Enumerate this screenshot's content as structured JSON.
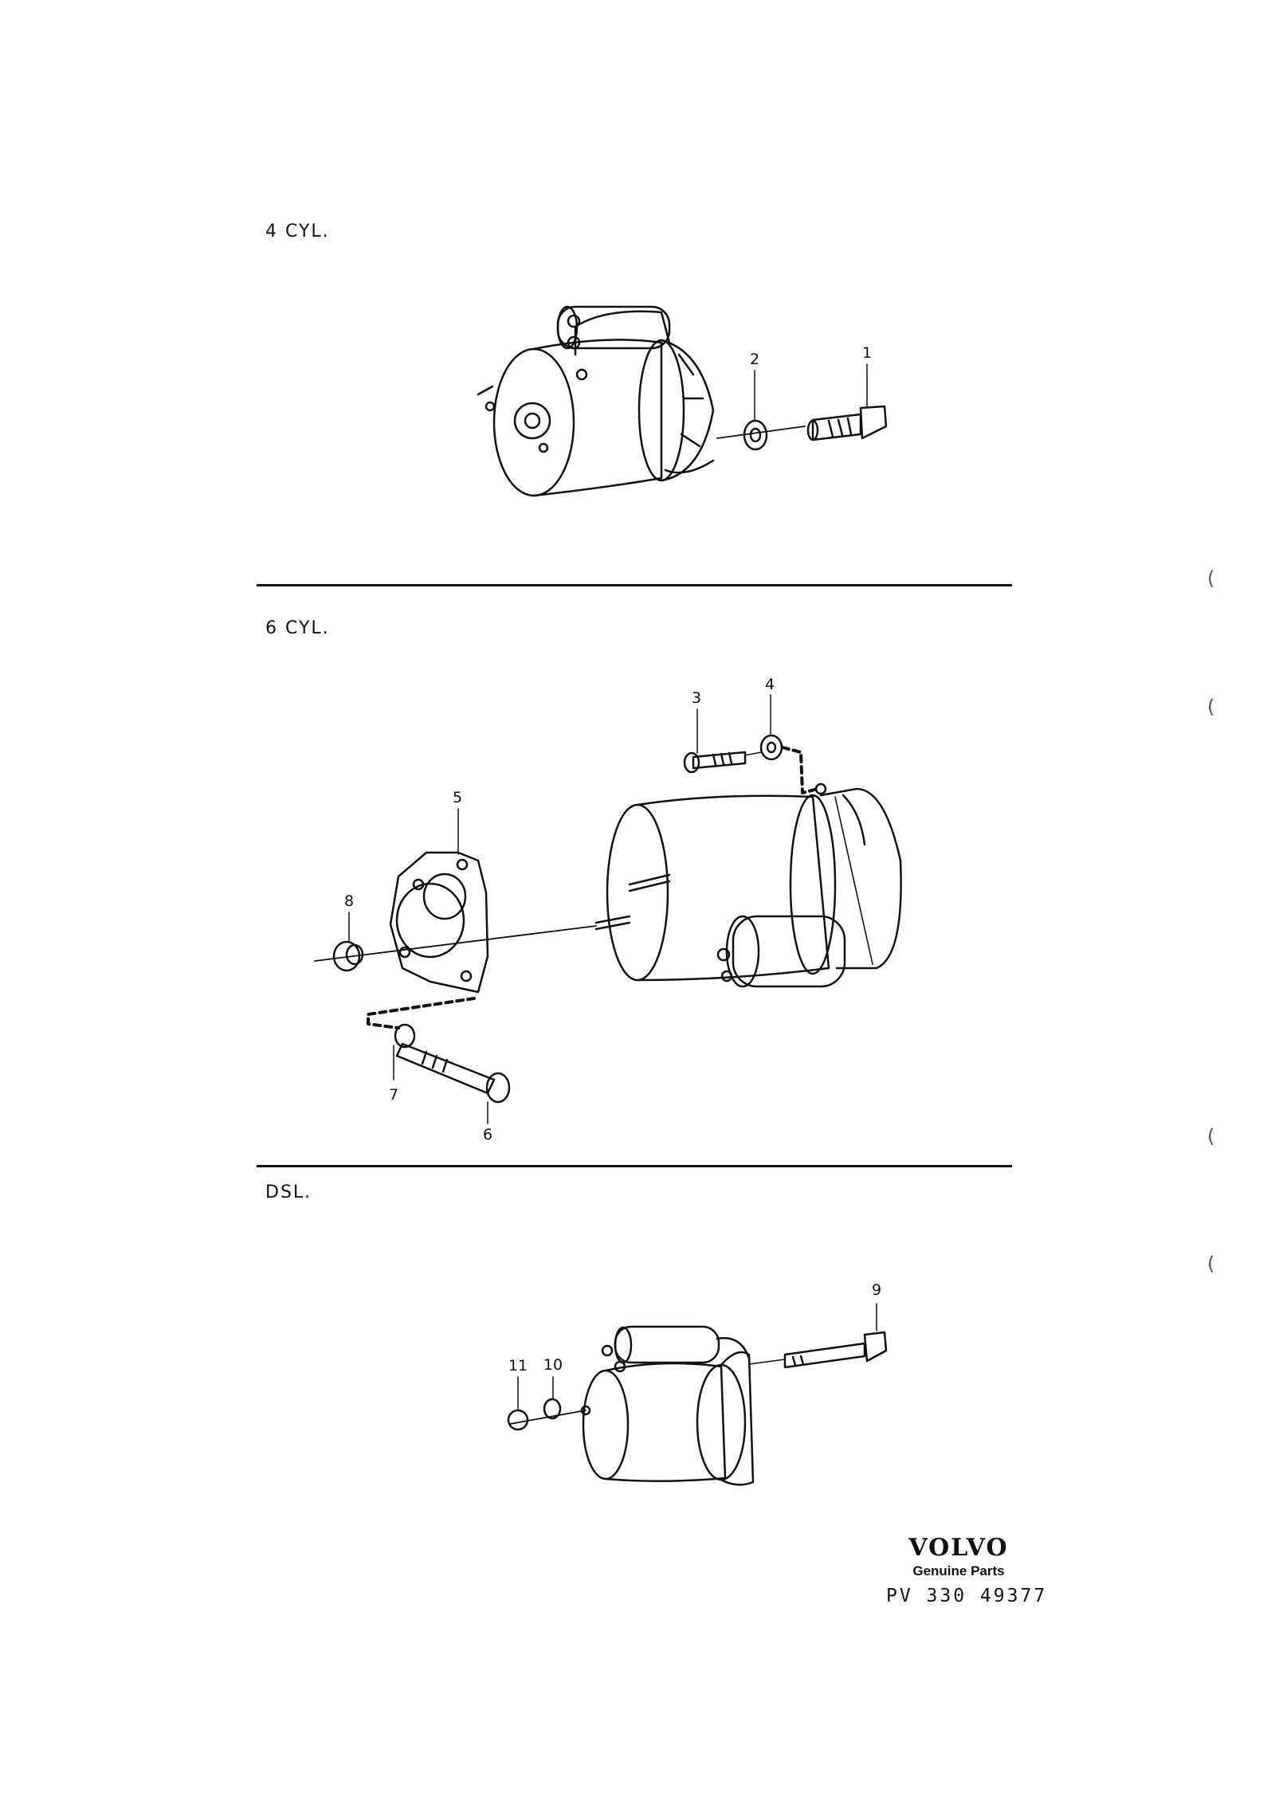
{
  "sections": {
    "four_cyl": {
      "label": "4 CYL."
    },
    "six_cyl": {
      "label": "6 CYL."
    },
    "diesel": {
      "label": "DSL."
    }
  },
  "callouts": [
    {
      "id": "1",
      "text": "1"
    },
    {
      "id": "2",
      "text": "2"
    },
    {
      "id": "3",
      "text": "3"
    },
    {
      "id": "4",
      "text": "4"
    },
    {
      "id": "5",
      "text": "5"
    },
    {
      "id": "6",
      "text": "6"
    },
    {
      "id": "7",
      "text": "7"
    },
    {
      "id": "8",
      "text": "8"
    },
    {
      "id": "9",
      "text": "9"
    },
    {
      "id": "10",
      "text": "10"
    },
    {
      "id": "11",
      "text": "11"
    }
  ],
  "brand": {
    "logo": "VOLVO",
    "subtitle": "Genuine Parts",
    "part_number": "PV 330 49377"
  },
  "margin_marks": [
    "(",
    "(",
    "(",
    "("
  ]
}
